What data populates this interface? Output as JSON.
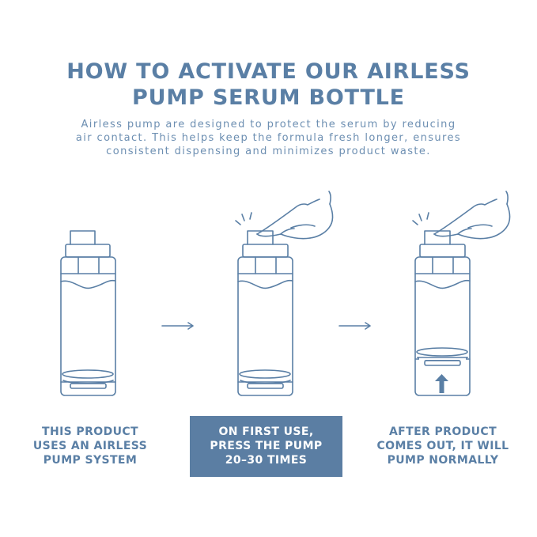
{
  "header": {
    "title_line1": "HOW TO ACTIVATE OUR AIRLESS",
    "title_line2": "PUMP SERUM BOTTLE",
    "subtitle_line1": "Airless pump are designed to protect the serum by reducing",
    "subtitle_line2": "air contact. This helps keep the formula fresh longer, ensures",
    "subtitle_line3": "consistent dispensing and minimizes product waste."
  },
  "steps": [
    {
      "lines": [
        "THIS PRODUCT",
        "USES AN AIRLESS",
        "PUMP SYSTEM"
      ],
      "highlighted": false,
      "icon": "airless-bottle-icon"
    },
    {
      "lines": [
        "ON FIRST USE,",
        "PRESS THE PUMP",
        "20–30 TIMES"
      ],
      "highlighted": true,
      "icon": "pressing-hand-icon"
    },
    {
      "lines": [
        "AFTER PRODUCT",
        "COMES OUT, IT WILL",
        "PUMP NORMALLY"
      ],
      "highlighted": false,
      "icon": "up-arrow-icon"
    }
  ],
  "colors": {
    "accent": "#5a7fa5",
    "highlight_bg": "#5b7ea3",
    "highlight_text": "#ffffff",
    "background": "#ffffff"
  }
}
